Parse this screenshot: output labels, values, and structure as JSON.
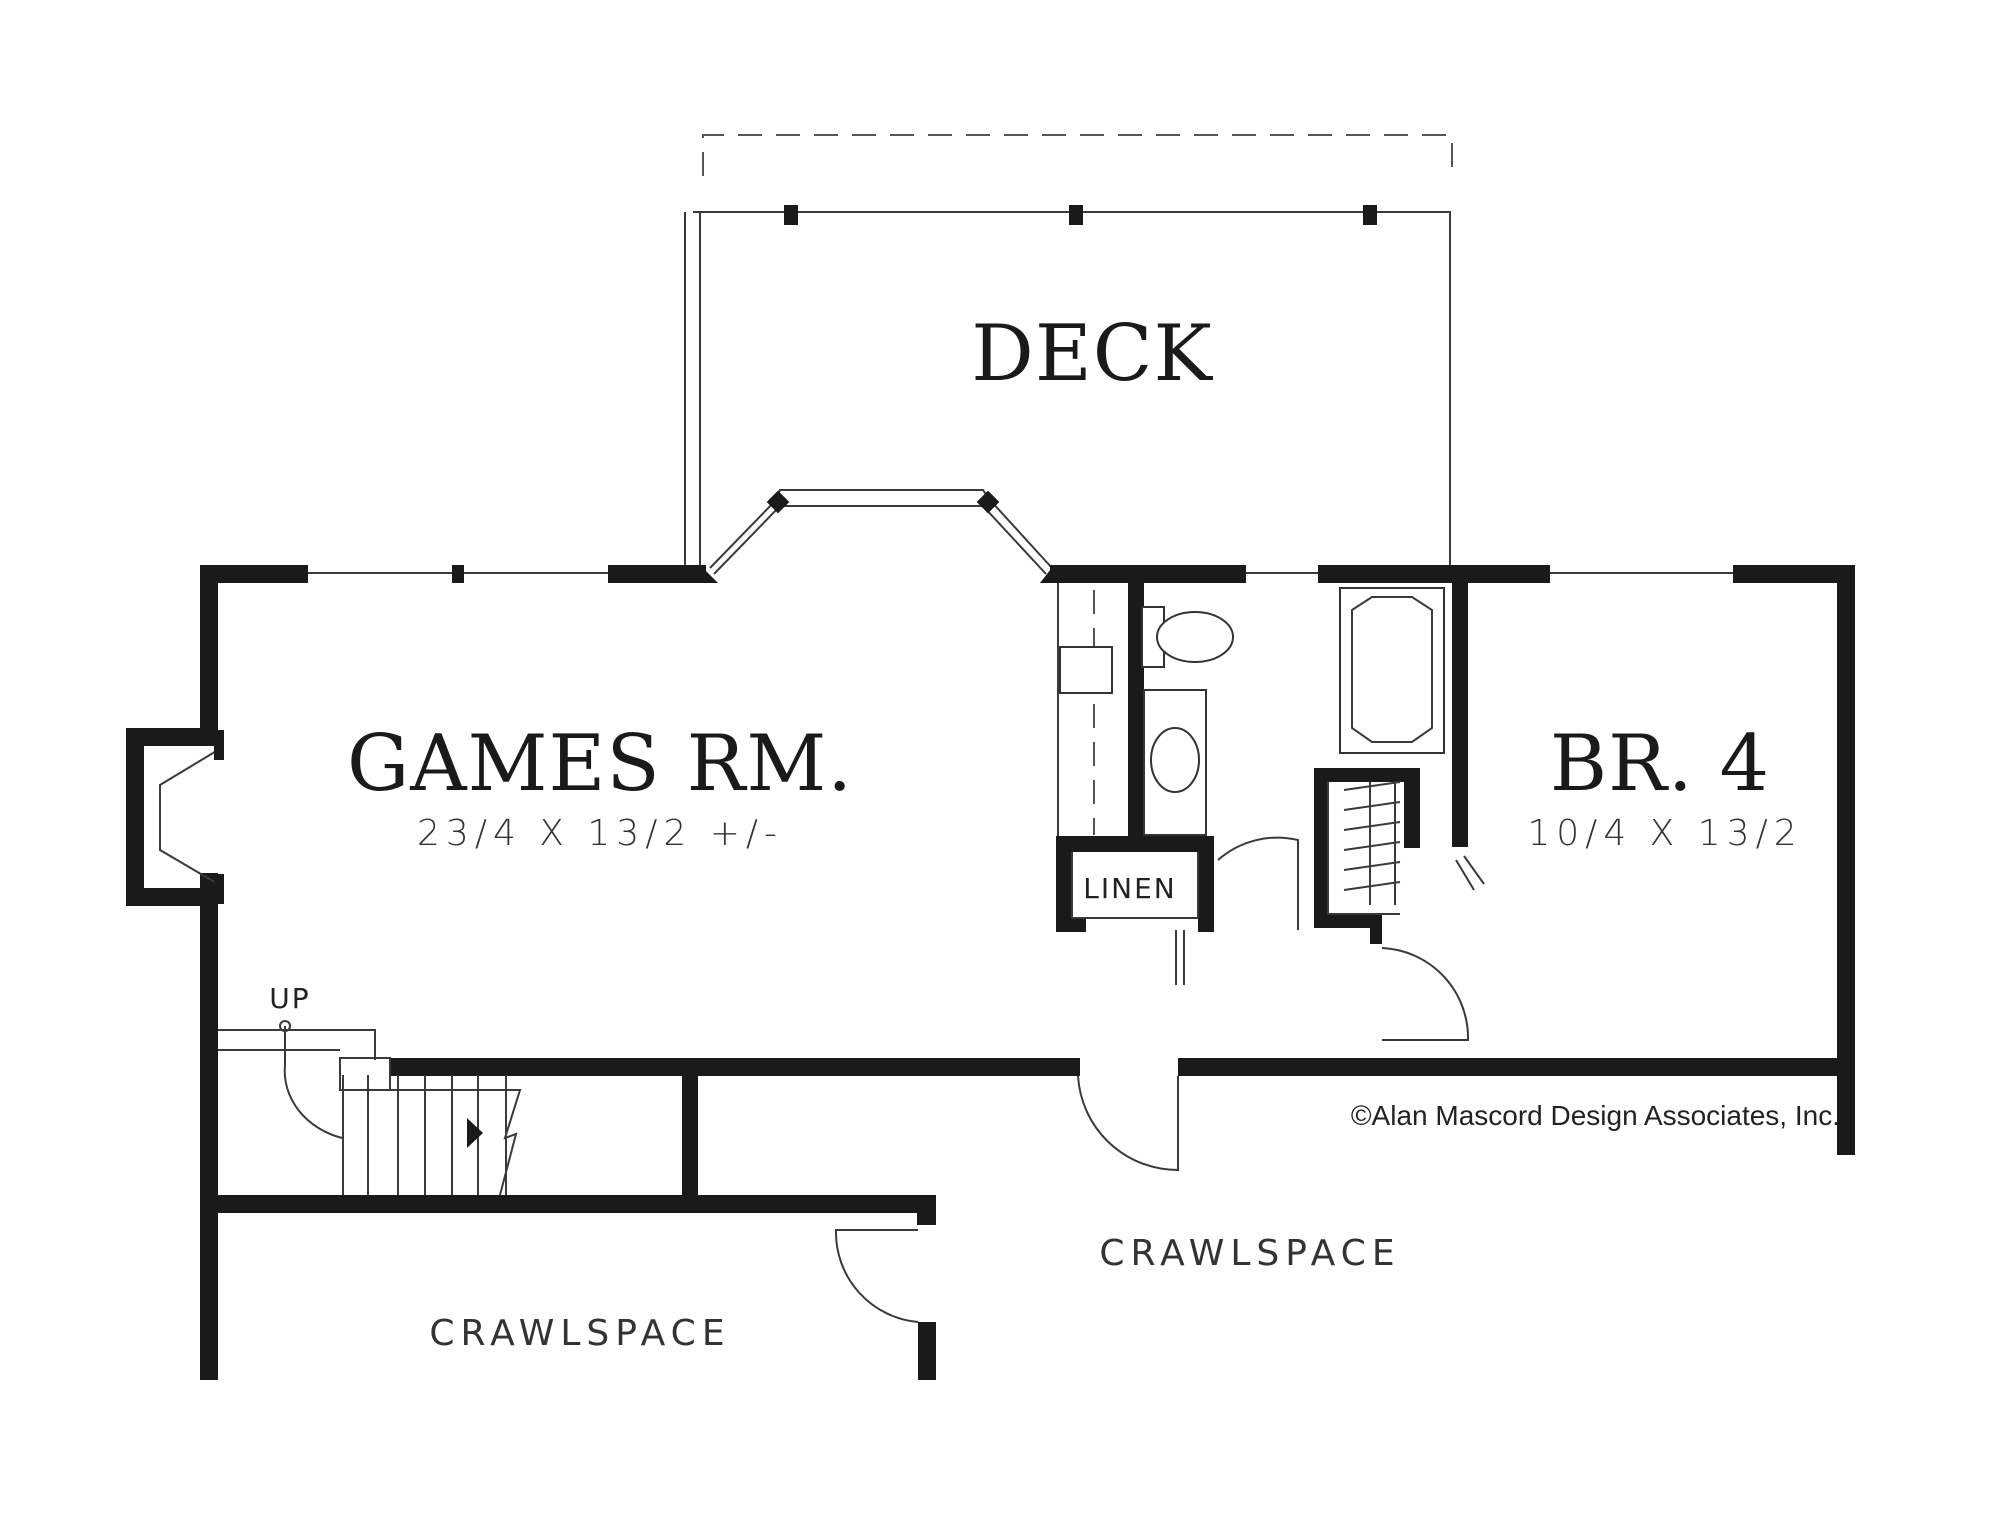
{
  "rooms": {
    "deck": {
      "name": "DECK"
    },
    "games": {
      "name": "GAMES RM.",
      "size": "23/4  X  13/2  +/-"
    },
    "br4": {
      "name": "BR. 4",
      "size": "10/4  X  13/2"
    },
    "linen": {
      "name": "LINEN"
    },
    "crawl_left": {
      "name": "CRAWLSPACE"
    },
    "crawl_right": {
      "name": "CRAWLSPACE"
    }
  },
  "stair_label": "UP",
  "copyright": "©Alan Mascord Design Associates, Inc."
}
